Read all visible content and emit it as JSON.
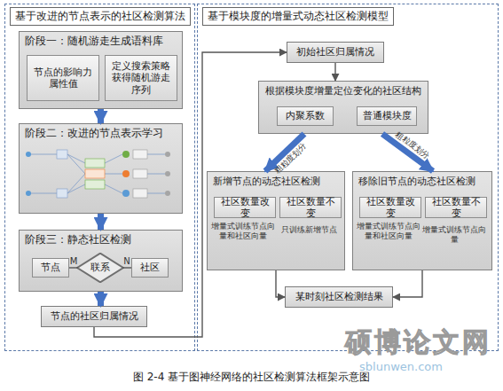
{
  "diagram": {
    "caption": "图 2-4 基于图神经网络的社区检测算法框架示意图",
    "nodes": [
      {
        "text": [
          "基于改进的节点表示的社区检测算法"
        ]
      },
      {
        "text": [
          "阶段一：随机游走生成语料库"
        ],
        "in": 0
      },
      {
        "text": [
          "节点的影响力属性值"
        ],
        "in": 1
      },
      {
        "text": [
          "定义搜索策略获得随机游走序列"
        ],
        "in": 1
      },
      {
        "text": [
          "阶段二：改进的节点表示学习"
        ],
        "in": 0
      },
      {
        "text": [
          "阶段三：静态社区检测"
        ],
        "in": 0
      },
      {
        "text": [
          "节点"
        ],
        "in": 5
      },
      {
        "text": [
          "联系"
        ],
        "in": 5
      },
      {
        "text": [
          "社区"
        ],
        "in": 5
      },
      {
        "text": [
          "节点的社区归属情况"
        ],
        "in": 0
      },
      {
        "text": [
          "基于模块度的增量式动态社区检测模型"
        ]
      },
      {
        "text": [
          "初始社区归属情况"
        ],
        "in": 10
      },
      {
        "text": [
          "根据模块度增量定位变化的社区结构"
        ],
        "in": 10
      },
      {
        "text": [
          "内聚系数"
        ],
        "in": 12
      },
      {
        "text": [
          "普通模块度"
        ],
        "in": 12
      },
      {
        "text": [
          "新增节点的动态社区检测"
        ],
        "in": 10
      },
      {
        "text": [
          "社区数量改变"
        ],
        "in": 15
      },
      {
        "text": [
          "社区数量不变"
        ],
        "in": 15
      },
      {
        "text": [
          "移除旧节点的动态社区检测"
        ],
        "in": 10
      },
      {
        "text": [
          "社区数量改变"
        ],
        "in": 18
      },
      {
        "text": [
          "社区数量不变"
        ],
        "in": 18
      },
      {
        "text": [
          "某时刻社区检测结果"
        ],
        "in": 10
      }
    ],
    "edges": [
      {
        "from": 1,
        "to": 4,
        "arrow": "to"
      },
      {
        "from": 4,
        "to": 5,
        "arrow": "to"
      },
      {
        "from": 5,
        "to": 9,
        "arrow": "to"
      },
      {
        "from": 9,
        "to": 11,
        "arrow": "to"
      },
      {
        "from": 11,
        "to": 12,
        "arrow": "to"
      },
      {
        "from": 12,
        "to": 15,
        "label": "粗粒度划分",
        "arrow": "to"
      },
      {
        "from": 12,
        "to": 18,
        "label": "粗粒度划分",
        "arrow": "to"
      },
      {
        "from": 15,
        "to": 21,
        "arrow": "to"
      },
      {
        "from": 18,
        "to": 21,
        "arrow": "to"
      },
      {
        "from": 6,
        "to": 7,
        "label": "M",
        "arrow": "none"
      },
      {
        "from": 7,
        "to": 8,
        "label": "N",
        "arrow": "none"
      }
    ],
    "labels": [
      "增量式训练节点向量和社区向量",
      "只训练新增节点",
      "增量式训练节点向量和社区向量",
      "增量式训练节点向量",
      "硕博论文网",
      "sblunwen.com"
    ]
  }
}
